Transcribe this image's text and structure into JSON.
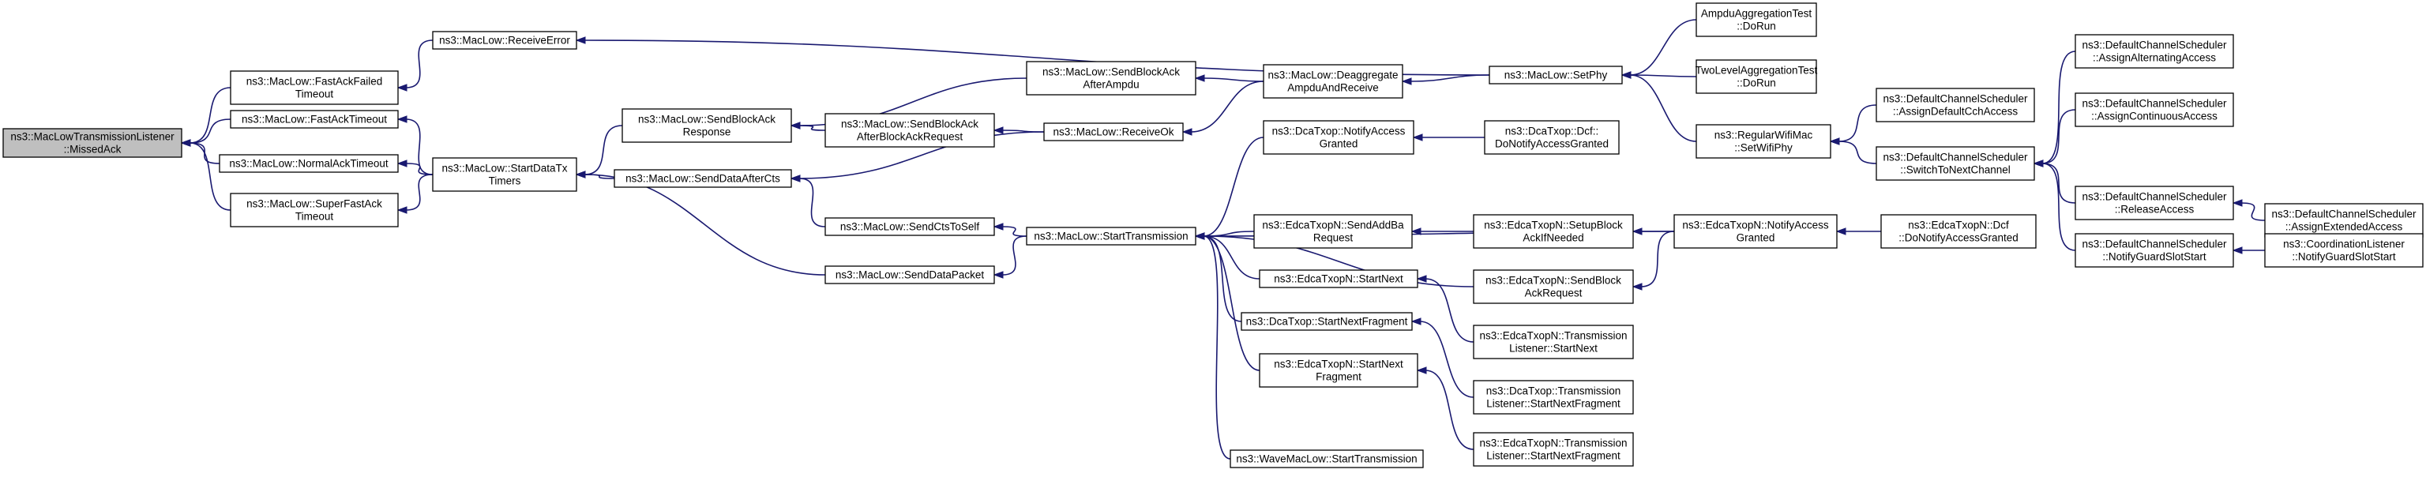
{
  "graph": {
    "colors": {
      "edge": "#191970",
      "root_fill": "#bfbfbf",
      "node_fill": "#ffffff",
      "border": "#000000"
    },
    "nodes": [
      {
        "id": "n0",
        "lines": [
          "ns3::MacLowTransmissionListener",
          "::MissedAck"
        ],
        "root": true
      },
      {
        "id": "n1",
        "lines": [
          "ns3::MacLow::FastAckFailed",
          "Timeout"
        ]
      },
      {
        "id": "n2",
        "lines": [
          "ns3::MacLow::FastAckTimeout"
        ]
      },
      {
        "id": "n3",
        "lines": [
          "ns3::MacLow::NormalAckTimeout"
        ]
      },
      {
        "id": "n4",
        "lines": [
          "ns3::MacLow::SuperFastAck",
          "Timeout"
        ]
      },
      {
        "id": "n5",
        "lines": [
          "ns3::MacLow::ReceiveError"
        ]
      },
      {
        "id": "n6",
        "lines": [
          "ns3::MacLow::StartDataTx",
          "Timers"
        ]
      },
      {
        "id": "n7",
        "lines": [
          "ns3::MacLow::SetPhy"
        ]
      },
      {
        "id": "n8",
        "lines": [
          "ns3::MacLow::SendBlockAck",
          "Response"
        ]
      },
      {
        "id": "n9",
        "lines": [
          "ns3::MacLow::SendDataAfterCts"
        ]
      },
      {
        "id": "n10",
        "lines": [
          "ns3::MacLow::SendDataPacket"
        ]
      },
      {
        "id": "n11",
        "lines": [
          "ns3::MacLow::SendBlockAck",
          "AfterAmpdu"
        ]
      },
      {
        "id": "n12",
        "lines": [
          "ns3::MacLow::SendBlockAck",
          "AfterBlockAckRequest"
        ]
      },
      {
        "id": "n13",
        "lines": [
          "ns3::MacLow::SendCtsToSelf"
        ]
      },
      {
        "id": "n14",
        "lines": [
          "ns3::MacLow::StartTransmission"
        ]
      },
      {
        "id": "n15",
        "lines": [
          "ns3::MacLow::Deaggregate",
          "AmpduAndReceive"
        ]
      },
      {
        "id": "n16",
        "lines": [
          "ns3::MacLow::ReceiveOk"
        ]
      },
      {
        "id": "n17",
        "lines": [
          "ns3::DcaTxop::NotifyAccess",
          "Granted"
        ]
      },
      {
        "id": "n18",
        "lines": [
          "ns3::EdcaTxopN::SendAddBa",
          "Request"
        ]
      },
      {
        "id": "n19",
        "lines": [
          "ns3::EdcaTxopN::StartNext"
        ]
      },
      {
        "id": "n20",
        "lines": [
          "ns3::DcaTxop::StartNextFragment"
        ]
      },
      {
        "id": "n21",
        "lines": [
          "ns3::EdcaTxopN::StartNext",
          "Fragment"
        ]
      },
      {
        "id": "n22",
        "lines": [
          "ns3::WaveMacLow::StartTransmission"
        ]
      },
      {
        "id": "n23",
        "lines": [
          "ns3::DcaTxop::Dcf::",
          "DoNotifyAccessGranted"
        ]
      },
      {
        "id": "n24",
        "lines": [
          "ns3::EdcaTxopN::SetupBlock",
          "AckIfNeeded"
        ]
      },
      {
        "id": "n25",
        "lines": [
          "ns3::EdcaTxopN::SendBlock",
          "AckRequest"
        ]
      },
      {
        "id": "n26",
        "lines": [
          "ns3::EdcaTxopN::Transmission",
          "Listener::StartNext"
        ]
      },
      {
        "id": "n27",
        "lines": [
          "ns3::DcaTxop::Transmission",
          "Listener::StartNextFragment"
        ]
      },
      {
        "id": "n28",
        "lines": [
          "ns3::EdcaTxopN::Transmission",
          "Listener::StartNextFragment"
        ]
      },
      {
        "id": "n29",
        "lines": [
          "ns3::EdcaTxopN::NotifyAccess",
          "Granted"
        ]
      },
      {
        "id": "n30",
        "lines": [
          "AmpduAggregationTest",
          "::DoRun"
        ]
      },
      {
        "id": "n31",
        "lines": [
          "TwoLevelAggregationTest",
          "::DoRun"
        ]
      },
      {
        "id": "n32",
        "lines": [
          "ns3::RegularWifiMac",
          "::SetWifiPhy"
        ]
      },
      {
        "id": "n33",
        "lines": [
          "ns3::EdcaTxopN::Dcf",
          "::DoNotifyAccessGranted"
        ]
      },
      {
        "id": "n34",
        "lines": [
          "ns3::DefaultChannelScheduler",
          "::AssignDefaultCchAccess"
        ]
      },
      {
        "id": "n35",
        "lines": [
          "ns3::DefaultChannelScheduler",
          "::SwitchToNextChannel"
        ]
      },
      {
        "id": "n36",
        "lines": [
          "ns3::DefaultChannelScheduler",
          "::AssignAlternatingAccess"
        ]
      },
      {
        "id": "n37",
        "lines": [
          "ns3::DefaultChannelScheduler",
          "::AssignContinuousAccess"
        ]
      },
      {
        "id": "n38",
        "lines": [
          "ns3::DefaultChannelScheduler",
          "::ReleaseAccess"
        ]
      },
      {
        "id": "n39",
        "lines": [
          "ns3::DefaultChannelScheduler",
          "::AssignExtendedAccess"
        ]
      },
      {
        "id": "n40",
        "lines": [
          "ns3::DefaultChannelScheduler",
          "::NotifyGuardSlotStart"
        ]
      },
      {
        "id": "n41",
        "lines": [
          "ns3::CoordinationListener",
          "::NotifyGuardSlotStart"
        ]
      }
    ],
    "edges": [
      [
        "n1",
        "n0"
      ],
      [
        "n2",
        "n0"
      ],
      [
        "n3",
        "n0"
      ],
      [
        "n4",
        "n0"
      ],
      [
        "n5",
        "n1"
      ],
      [
        "n6",
        "n2"
      ],
      [
        "n6",
        "n3"
      ],
      [
        "n6",
        "n4"
      ],
      [
        "n7",
        "n5"
      ],
      [
        "n8",
        "n6"
      ],
      [
        "n9",
        "n6"
      ],
      [
        "n10",
        "n6"
      ],
      [
        "n11",
        "n8"
      ],
      [
        "n12",
        "n8"
      ],
      [
        "n16",
        "n9"
      ],
      [
        "n13",
        "n9"
      ],
      [
        "n14",
        "n10"
      ],
      [
        "n15",
        "n11"
      ],
      [
        "n16",
        "n12"
      ],
      [
        "n14",
        "n13"
      ],
      [
        "n17",
        "n14"
      ],
      [
        "n18",
        "n14"
      ],
      [
        "n29",
        "n14"
      ],
      [
        "n25",
        "n14"
      ],
      [
        "n19",
        "n14"
      ],
      [
        "n20",
        "n14"
      ],
      [
        "n21",
        "n14"
      ],
      [
        "n22",
        "n14"
      ],
      [
        "n7",
        "n15"
      ],
      [
        "n15",
        "n16"
      ],
      [
        "n23",
        "n17"
      ],
      [
        "n24",
        "n18"
      ],
      [
        "n29",
        "n24"
      ],
      [
        "n29",
        "n25"
      ],
      [
        "n26",
        "n19"
      ],
      [
        "n27",
        "n20"
      ],
      [
        "n28",
        "n21"
      ],
      [
        "n30",
        "n7"
      ],
      [
        "n31",
        "n7"
      ],
      [
        "n32",
        "n7"
      ],
      [
        "n33",
        "n29"
      ],
      [
        "n34",
        "n32"
      ],
      [
        "n35",
        "n32"
      ],
      [
        "n36",
        "n35"
      ],
      [
        "n37",
        "n35"
      ],
      [
        "n38",
        "n35"
      ],
      [
        "n40",
        "n35"
      ],
      [
        "n39",
        "n38"
      ],
      [
        "n41",
        "n40"
      ]
    ]
  }
}
